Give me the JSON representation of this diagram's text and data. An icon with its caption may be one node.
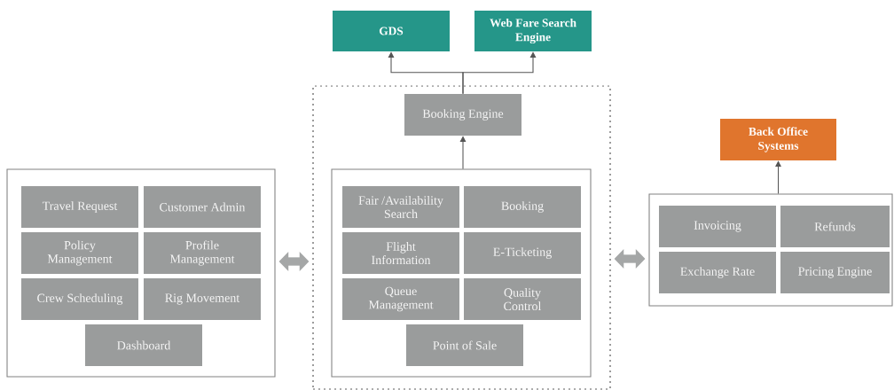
{
  "diagram": {
    "nodes": [
      {
        "text": [
          "GDS"
        ]
      },
      {
        "text": [
          "Web Fare Search Engine"
        ]
      },
      {
        "text": [],
        "shape": "box"
      },
      {
        "text": [
          "Booking Engine"
        ],
        "in": 2
      },
      {
        "text": [
          "Back Office Systems"
        ]
      },
      {
        "text": [],
        "shape": "box"
      },
      {
        "text": [
          "Travel Request"
        ],
        "in": 5
      },
      {
        "text": [
          "Customer Admin"
        ],
        "in": 5
      },
      {
        "text": [
          "Policy Management"
        ],
        "in": 5
      },
      {
        "text": [
          "Profile Management"
        ],
        "in": 5
      },
      {
        "text": [
          "Crew Scheduling"
        ],
        "in": 5
      },
      {
        "text": [
          "Rig Movement"
        ],
        "in": 5
      },
      {
        "text": [
          "Dashboard"
        ],
        "in": 5
      },
      {
        "text": [],
        "shape": "box",
        "in": 2
      },
      {
        "text": [
          "Fair /Availability Search"
        ],
        "in": 13
      },
      {
        "text": [
          "Booking"
        ],
        "in": 13
      },
      {
        "text": [
          "Flight Information"
        ],
        "in": 13
      },
      {
        "text": [
          "E-Ticketing"
        ],
        "in": 13
      },
      {
        "text": [
          "Queue Management"
        ],
        "in": 13
      },
      {
        "text": [
          "Quality Control"
        ],
        "in": 13
      },
      {
        "text": [
          "Point of Sale"
        ],
        "in": 13
      },
      {
        "text": [],
        "shape": "box"
      },
      {
        "text": [
          "Invoicing"
        ],
        "in": 21
      },
      {
        "text": [
          "Refunds"
        ],
        "in": 21
      },
      {
        "text": [
          "Exchange Rate"
        ],
        "in": 21
      },
      {
        "text": [
          "Pricing Engine"
        ],
        "in": 21
      }
    ],
    "edges": [
      {
        "from": 3,
        "to": 0,
        "arrow": "to"
      },
      {
        "from": 3,
        "to": 1,
        "arrow": "to"
      },
      {
        "from": 13,
        "to": 3,
        "arrow": "to"
      },
      {
        "from": 21,
        "to": 4,
        "arrow": "to"
      },
      {
        "from": 5,
        "to": 2,
        "arrow": "both",
        "style": "thick",
        "color": "#a5a7a7"
      },
      {
        "from": 2,
        "to": 21,
        "arrow": "both",
        "style": "thick",
        "color": "#a5a7a7"
      }
    ]
  }
}
